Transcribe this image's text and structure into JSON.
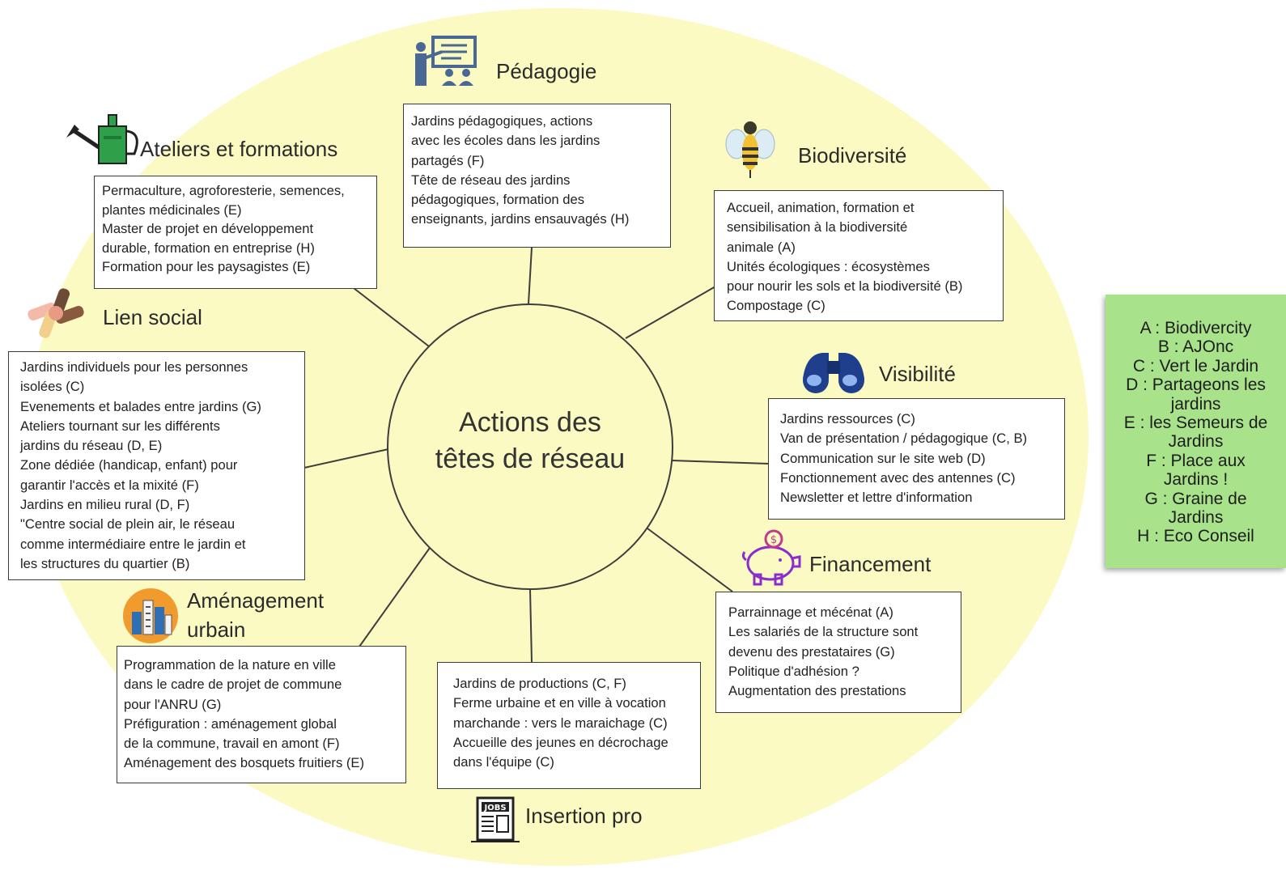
{
  "center": {
    "line1": "Actions des",
    "line2": "têtes de réseau"
  },
  "colors": {
    "ellipse": "#fafac2",
    "legend_bg": "#a8e28a",
    "lines": "#3d3d3d"
  },
  "sections": {
    "pedagogie": {
      "title": "Pédagogie",
      "icon": "teacher-presentation-icon",
      "lines": [
        "Jardins pédagogiques, actions",
        "avec les écoles dans les jardins",
        "partagés (F)",
        "Tête de réseau des jardins",
        "pédagogiques, formation des",
        "enseignants, jardins ensauvagés (H)"
      ]
    },
    "ateliers": {
      "title": "Ateliers et formations",
      "icon": "watering-can-icon",
      "lines": [
        "Permaculture, agroforesterie, semences,",
        "plantes médicinales (E)",
        "Master de projet en développement",
        "durable, formation en entreprise (H)",
        "Formation pour les paysagistes (E)"
      ]
    },
    "biodiversite": {
      "title": "Biodiversité",
      "icon": "bee-icon",
      "lines": [
        "Accueil, animation, formation et",
        "sensibilisation à la biodiversité",
        "animale (A)",
        "Unités écologiques : écosystèmes",
        "pour nourir les sols et la biodiversité (B)",
        "Compostage (C)"
      ]
    },
    "lien_social": {
      "title": "Lien social",
      "icon": "joined-hands-icon",
      "lines": [
        "Jardins individuels pour les personnes",
        "isolées (C)",
        "Evenements et balades entre jardins (G)",
        "Ateliers tournant sur les différents",
        "jardins du réseau (D, E)",
        "Zone dédiée (handicap, enfant) pour",
        "garantir l'accès et la mixité (F)",
        "Jardins en milieu rural (D, F)",
        "\"Centre social de plein air, le réseau",
        "comme intermédiaire entre le jardin et",
        "les structures du quartier (B)"
      ]
    },
    "visibilite": {
      "title": "Visibilité",
      "icon": "binoculars-icon",
      "lines": [
        "Jardins ressources (C)",
        "Van de présentation / pédagogique (C, B)",
        "Communication sur le site web (D)",
        "Fonctionnement avec des antennes (C)",
        "Newsletter et lettre d'information"
      ]
    },
    "financement": {
      "title": "Financement",
      "icon": "piggy-bank-icon",
      "lines": [
        "Parrainnage et mécénat (A)",
        "Les salariés de la structure sont",
        "devenu des prestataires (G)",
        "Politique d'adhésion ?",
        "Augmentation des prestations"
      ]
    },
    "amenagement": {
      "title": "Aménagement\nurbain",
      "icon": "city-buildings-icon",
      "lines": [
        "Programmation de la nature en ville",
        "dans le cadre de projet de commune",
        "pour l'ANRU (G)",
        "Préfiguration : aménagement global",
        "de la commune, travail en amont (F)",
        "Aménagement des bosquets fruitiers (E)"
      ]
    },
    "insertion": {
      "title": "Insertion pro",
      "icon": "jobs-newspaper-icon",
      "lines": [
        "Jardins de productions (C, F)",
        "Ferme urbaine et en ville à vocation",
        "marchande : vers le maraichage (C)",
        "Accueille des jeunes en décrochage",
        "dans l'équipe (C)"
      ]
    }
  },
  "legend": [
    "A : Biodivercity",
    "B : AJOnc",
    "C : Vert le Jardin",
    "D : Partageons les\njardins",
    "E : les Semeurs de\nJardins",
    "F : Place aux\nJardins !",
    "G : Graine de\nJardins",
    "H : Eco Conseil"
  ]
}
